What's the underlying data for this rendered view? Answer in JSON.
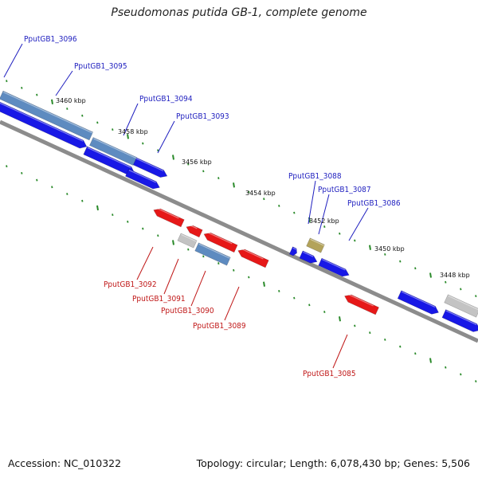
{
  "title": "Pseudomonas putida GB-1, complete genome",
  "footer": {
    "accession": "Accession: NC_010322",
    "summary": "Topology: circular; Length: 6,078,430 bp; Genes: 5,506"
  },
  "colors": {
    "backbone": "#8c8c8c",
    "cds_forward": "#1818e6",
    "cds_reverse": "#e61818",
    "cds_other": "#5e8bc0",
    "pseudo": "#c3c3c3",
    "rna": "#b3a35a",
    "tick": "#2a8a2a",
    "label_forward": "#1f1fbf",
    "label_reverse": "#c01818"
  },
  "ticks": [
    {
      "label": "3460 kbp"
    },
    {
      "label": "3458 kbp"
    },
    {
      "label": "3456 kbp"
    },
    {
      "label": "3454 kbp"
    },
    {
      "label": "3452 kbp"
    },
    {
      "label": "3450 kbp"
    },
    {
      "label": "3448 kbp"
    }
  ],
  "genes": [
    {
      "label": "PputGB1_3096",
      "strand": "forward"
    },
    {
      "label": "PputGB1_3095",
      "strand": "forward"
    },
    {
      "label": "PputGB1_3094",
      "strand": "forward"
    },
    {
      "label": "PputGB1_3093",
      "strand": "forward"
    },
    {
      "label": "PputGB1_3088",
      "strand": "forward"
    },
    {
      "label": "PputGB1_3087",
      "strand": "forward"
    },
    {
      "label": "PputGB1_3086",
      "strand": "forward"
    },
    {
      "label": "PputGB1_3092",
      "strand": "reverse"
    },
    {
      "label": "PputGB1_3091",
      "strand": "reverse"
    },
    {
      "label": "PputGB1_3090",
      "strand": "reverse"
    },
    {
      "label": "PputGB1_3089",
      "strand": "reverse"
    },
    {
      "label": "PputGB1_3085",
      "strand": "reverse"
    }
  ]
}
